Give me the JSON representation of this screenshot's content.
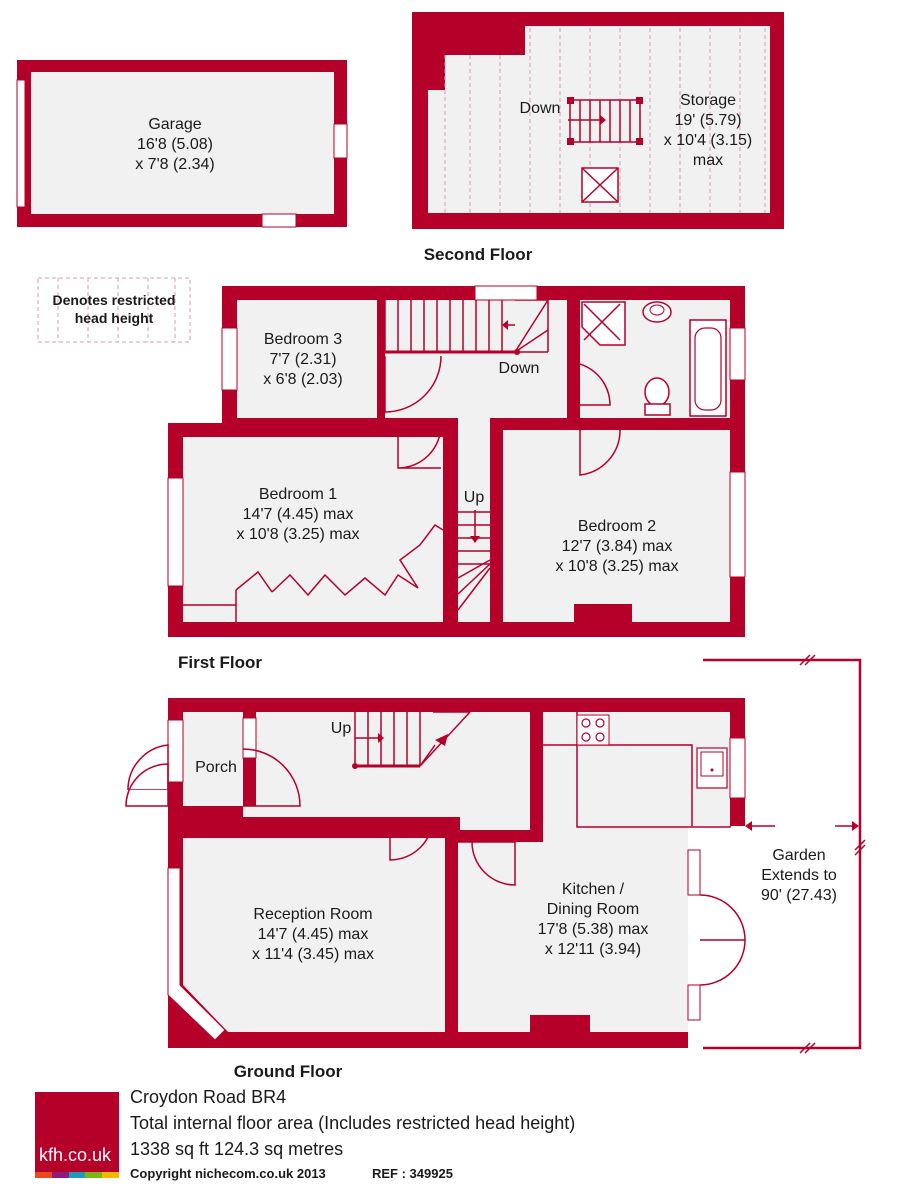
{
  "rooms": {
    "garage": {
      "name": "Garage",
      "dim1": "16'8 (5.08)",
      "dim2": "x 7'8 (2.34)"
    },
    "storage": {
      "name": "Storage",
      "dim1": "19' (5.79)",
      "dim2": "x 10'4 (3.15)",
      "dim3": "max"
    },
    "bedroom3": {
      "name": "Bedroom 3",
      "dim1": "7'7 (2.31)",
      "dim2": "x 6'8 (2.03)"
    },
    "bedroom1": {
      "name": "Bedroom 1",
      "dim1": "14'7 (4.45) max",
      "dim2": "x 10'8 (3.25) max"
    },
    "bedroom2": {
      "name": "Bedroom 2",
      "dim1": "12'7 (3.84) max",
      "dim2": "x 10'8 (3.25) max"
    },
    "porch": {
      "name": "Porch"
    },
    "reception": {
      "name": "Reception Room",
      "dim1": "14'7 (4.45) max",
      "dim2": "x 11'4 (3.45) max"
    },
    "kitchen": {
      "name1": "Kitchen /",
      "name2": "Dining Room",
      "dim1": "17'8 (5.38) max",
      "dim2": "x 12'11 (3.94)"
    },
    "garden": {
      "line1": "Garden",
      "line2": "Extends to",
      "line3": "90' (27.43)"
    }
  },
  "floors": {
    "second": "Second Floor",
    "first": "First Floor",
    "ground": "Ground Floor"
  },
  "stairs": {
    "down_second": "Down",
    "down_first": "Down",
    "up_first": "Up",
    "up_ground": "Up"
  },
  "legend": {
    "line1": "Denotes restricted",
    "line2": "head height"
  },
  "footer": {
    "address": "Croydon Road  BR4",
    "area_note": "Total internal floor area (Includes restricted head height)",
    "area": "1338 sq ft 124.3 sq metres",
    "copyright": "Copyright nichecom.co.uk 2013",
    "ref": "REF : 349925",
    "logo_text": "kfh.co.uk"
  },
  "colors": {
    "wall": "#b5002a",
    "floor": "#f2f1f1",
    "logo_bar": [
      "#e8491d",
      "#8a1d7a",
      "#1f9bb5",
      "#7ab51d",
      "#f5b800"
    ]
  }
}
